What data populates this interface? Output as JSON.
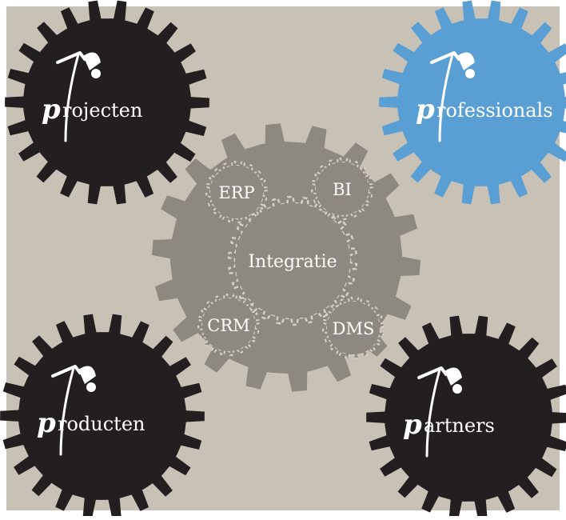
{
  "colors": {
    "page": "#ffffff",
    "panel": "#c8c1b6",
    "dark_gear": "#231f20",
    "blue_gear": "#5a9fd4",
    "center_gear": "#8d8880",
    "text": "#ffffff"
  },
  "corner_gears": [
    {
      "id": "projecten",
      "letter": "p",
      "label": "rojecten",
      "color": "dark_gear",
      "icon": "pole-vaulter-icon"
    },
    {
      "id": "professionals",
      "letter": "p",
      "label": "rofessionals",
      "color": "blue_gear",
      "icon": "pole-vaulter-icon"
    },
    {
      "id": "producten",
      "letter": "p",
      "label": "roducten",
      "color": "dark_gear",
      "icon": "pole-vaulter-icon"
    },
    {
      "id": "partners",
      "letter": "p",
      "label": "artners",
      "color": "dark_gear",
      "icon": "pole-vaulter-icon"
    }
  ],
  "center_gear": {
    "label": "Integratie"
  },
  "satellite_gears": [
    {
      "id": "erp",
      "label": "ERP"
    },
    {
      "id": "bi",
      "label": "BI"
    },
    {
      "id": "crm",
      "label": "CRM"
    },
    {
      "id": "dms",
      "label": "DMS"
    }
  ]
}
